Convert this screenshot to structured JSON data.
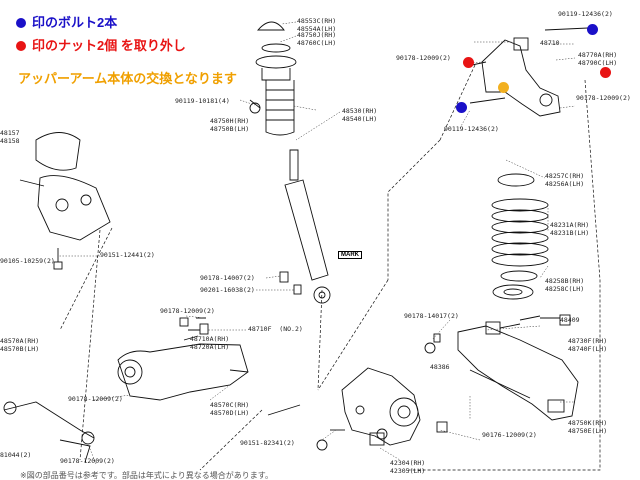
{
  "legend": {
    "blue": {
      "text": "印のボルト2本",
      "color": "#1a10c8"
    },
    "red": {
      "text": "印のナット2個 を取り外し",
      "color": "#e81414"
    }
  },
  "note": "アッパーアーム本体の交換となります",
  "colors": {
    "note": "#f0a000",
    "marker_blue": "#1a10c8",
    "marker_red": "#e81414",
    "marker_orange": "#f2b020"
  },
  "mark_label": "MARK",
  "part_labels": {
    "p48553": "48553C(RH)\n48554A(LH)",
    "p48750": "48750J(RH)\n48760C(LH)",
    "p90119a": "90119-10181(4)",
    "p48750h": "48750H(RH)\n48750B(LH)",
    "p48530": "48530(RH)\n48540(LH)",
    "p90119b": "90119-12436(2)",
    "p90178a": "90178-12009(2)",
    "p48710": "48710",
    "p48770": "48770A(RH)\n48790C(LH)",
    "p90178b": "90178-12009(2)",
    "p90119c": "90119-12436(2)",
    "p48257": "48257C(RH)\n48256A(LH)",
    "p48231": "48231A(RH)\n48231B(LH)",
    "p48258": "48258B(RH)\n48258C(LH)",
    "p90178c": "90178-14007(2)",
    "p90201": "90201-16038(2)",
    "p487xx": "48710F  (NO.2)",
    "p48570": "48570A(RH)\n48570B(LH)",
    "p48570c": "48570C(RH)\n48570D(LH)",
    "p90178d": "90178-14017(2)",
    "p48409": "48409",
    "p48730": "48730F(RH)\n48740F(LH)",
    "p48386": "48386",
    "p48750k": "48750K(RH)\n48750E(LH)",
    "p42304": "42304(RH)\n42305(LH)",
    "p90151": "90151-12441(2)",
    "p90105": "90105-10259(2)",
    "p48157": "48157\n48158",
    "p90178e": "90178-12009(2)",
    "p90178f": "90178-12009(2)",
    "p90178g": "90178-12009(2)",
    "p90151b": "90151-82341(2)",
    "p48710a": "48710A(RH)\n48720A(LH)",
    "p90176": "90176-12009(2)",
    "p81044": "81044(2)"
  },
  "bottom_text": "※図の部品番号は参考です。部品は年式により異なる場合があります。"
}
